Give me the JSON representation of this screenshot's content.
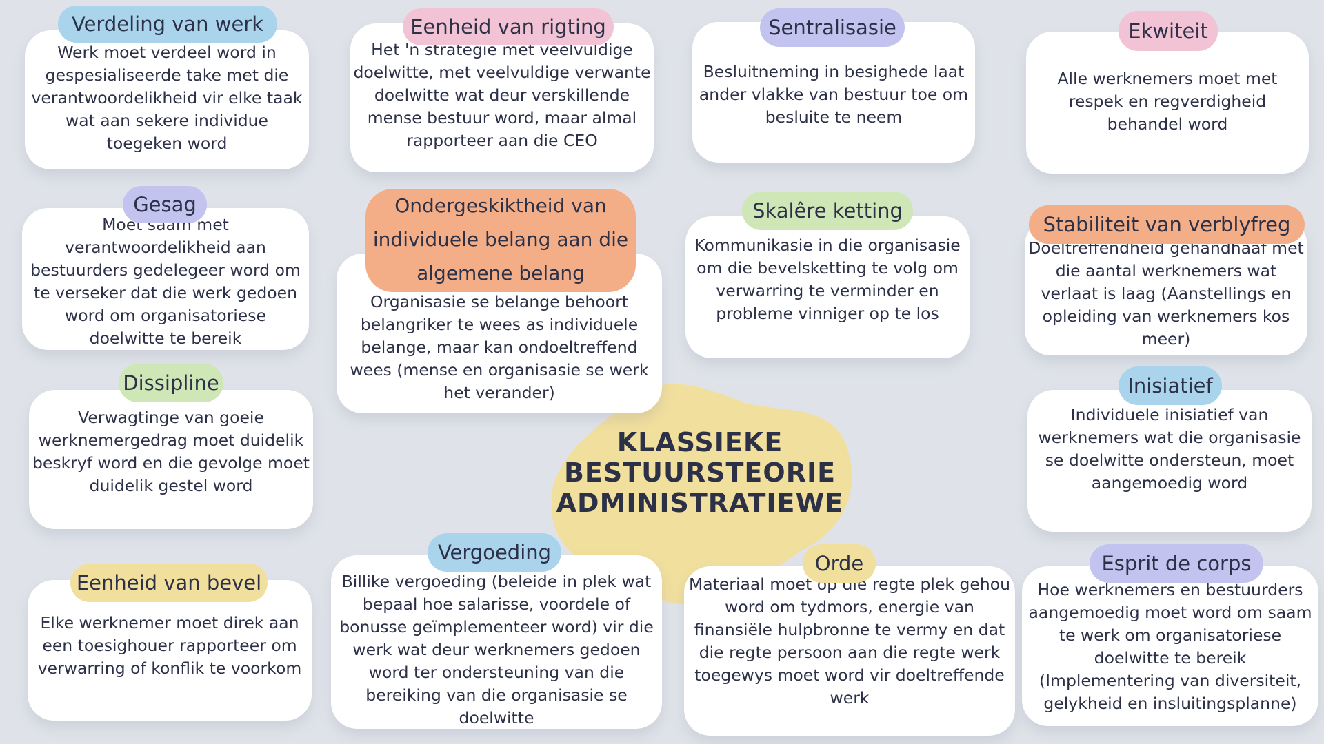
{
  "colors": {
    "background": "#dfe3e9",
    "blue": "#a9d4ec",
    "pink": "#f1c3d4",
    "purple": "#c2c3ee",
    "green": "#cfe6b6",
    "orange": "#f3ae88",
    "yellow": "#f1df9e"
  },
  "center_title": {
    "line1": "KLASSIEKE",
    "line2": "BESTUURSTEORIE",
    "line3": "ADMINISTRATIEWE"
  },
  "nodes": [
    {
      "title": "Verdeling van werk",
      "color": "blue",
      "text": "Werk moet verdeel word in gespesialiseerde take met die verantwoordelikheid vir elke taak wat aan sekere individue toegeken word"
    },
    {
      "title": "Eenheid van rigting",
      "color": "pink",
      "text": "Het 'n strategie met veelvuldige doelwitte, met veelvuldige verwante doelwitte wat deur verskillende mense bestuur word, maar almal rapporteer aan die CEO"
    },
    {
      "title": "Sentralisasie",
      "color": "purple",
      "text": "Besluitneming in besighede laat ander vlakke van bestuur toe om besluite te neem"
    },
    {
      "title": "Ekwiteit",
      "color": "pink",
      "text": "Alle werknemers moet met respek en regverdigheid behandel word"
    },
    {
      "title": "Gesag",
      "color": "purple",
      "text": "Moet saam met verantwoordelikheid aan bestuurders gedelegeer word om te verseker dat die werk gedoen word om organisatoriese doelwitte te bereik"
    },
    {
      "title": "Ondergeskiktheid van individuele belang aan die algemene belang",
      "color": "orange",
      "text": "Organisasie se belange behoort belangriker te wees as individuele belange, maar kan ondoeltreffend wees (mense en organisasie se werk het verander)"
    },
    {
      "title": "Skalêre ketting",
      "color": "green",
      "text": "Kommunikasie in die organisasie om die bevelsketting te volg om verwarring te verminder en probleme vinniger op te los"
    },
    {
      "title": "Stabiliteit van verblyfreg",
      "color": "orange",
      "text": "Doeltreffendheid gehandhaaf met die aantal werknemers wat verlaat is laag (Aanstellings en opleiding van werknemers kos meer)"
    },
    {
      "title": "Dissipline",
      "color": "green",
      "text": "Verwagtinge van goeie werknemergedrag moet duidelik beskryf word en die gevolge moet duidelik gestel word"
    },
    {
      "title": "Inisiatief",
      "color": "blue",
      "text": "Individuele inisiatief van werknemers wat die organisasie se doelwitte ondersteun, moet aangemoedig word"
    },
    {
      "title": "Eenheid van bevel",
      "color": "yellow",
      "text": "Elke werknemer moet direk aan een toesighouer rapporteer om verwarring of konflik te voorkom"
    },
    {
      "title": "Vergoeding",
      "color": "blue",
      "text": "Billike vergoeding (beleide in plek wat bepaal hoe salarisse, voordele of bonusse geïmplementeer word) vir die werk wat deur werknemers gedoen word ter ondersteuning van die bereiking van die organisasie se doelwitte"
    },
    {
      "title": "Orde",
      "color": "yellow",
      "text": "Materiaal moet op die regte plek gehou word om tydmors, energie van finansiële hulpbronne te vermy en dat die regte persoon aan die regte werk toegewys moet word vir doeltreffende werk"
    },
    {
      "title": "Esprit de corps",
      "color": "purple",
      "text": "Hoe werknemers en bestuurders aangemoedig moet word om saam te werk om organisatoriese doelwitte te bereik (Implementering van diversiteit, gelykheid en insluitingsplanne)"
    }
  ]
}
